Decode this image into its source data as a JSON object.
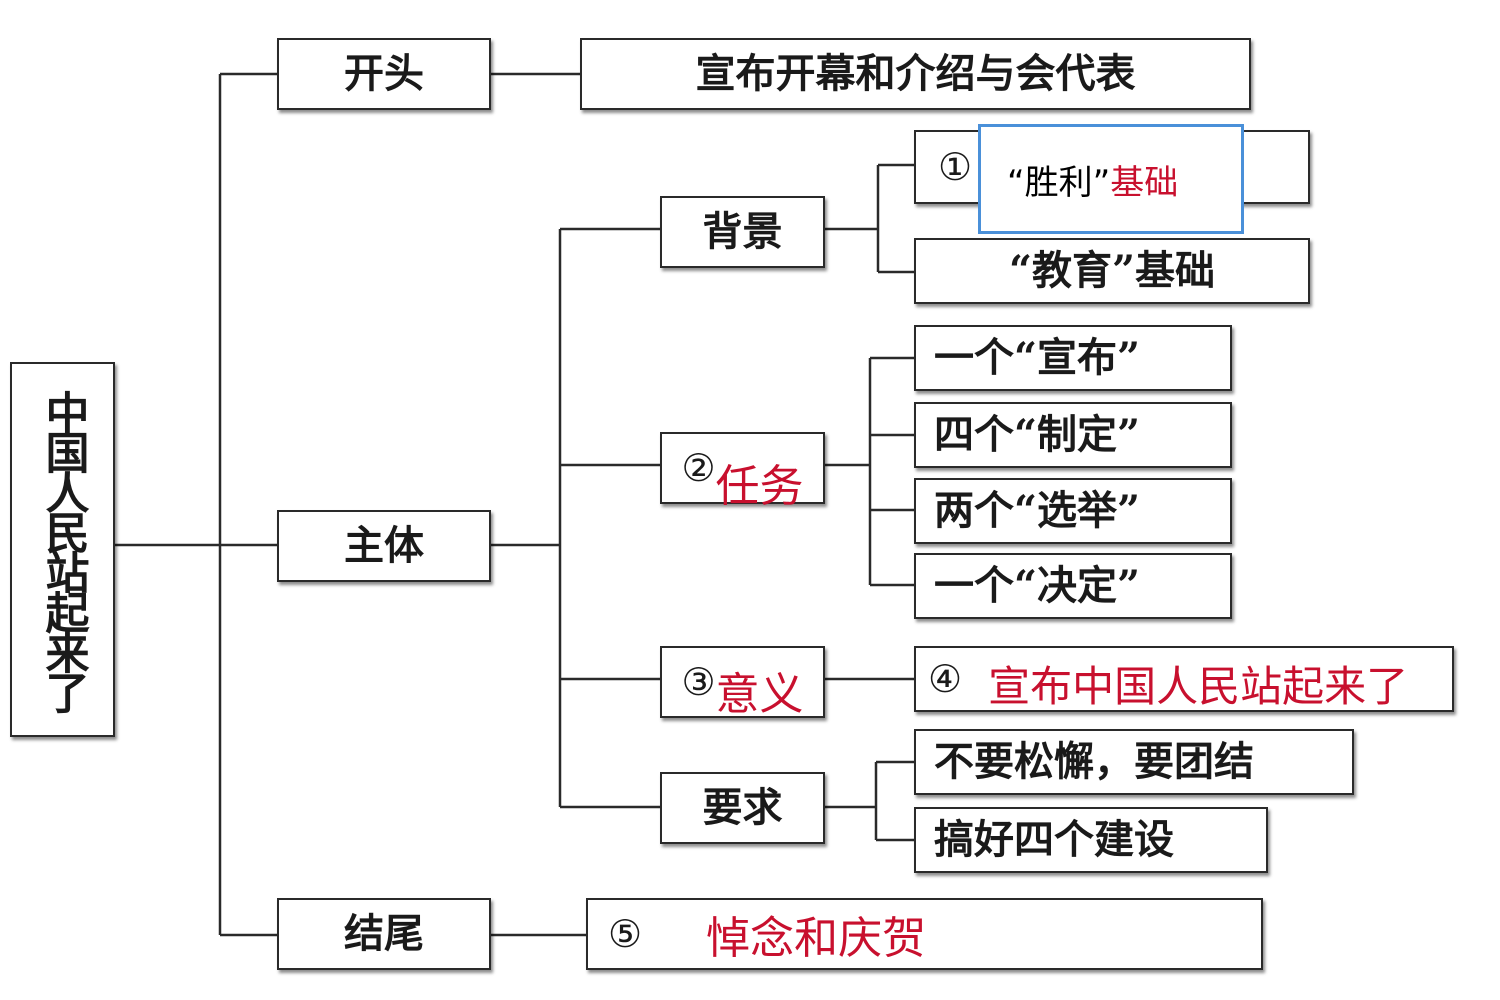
{
  "root": {
    "text": "中国人民站起来了"
  },
  "level1": {
    "opening": "开头",
    "body": "主体",
    "ending": "结尾"
  },
  "opening_detail": "宣布开幕和介绍与会代表",
  "body_branches": {
    "background": "背景",
    "task": {
      "num": "②",
      "answer": "任务"
    },
    "significance": {
      "num": "③",
      "answer": "意义"
    },
    "requirement": "要求"
  },
  "background_items": {
    "item1": {
      "num": "①",
      "answer_quote": "“胜利”",
      "answer_word": "基础"
    },
    "item2": "“教育”基础"
  },
  "task_items": [
    "一个“宣布”",
    "四个“制定”",
    "两个“选举”",
    "一个“决定”"
  ],
  "significance_item": {
    "num": "④",
    "answer": "宣布中国人民站起来了"
  },
  "requirement_items": [
    "不要松懈，要团结",
    "搞好四个建设"
  ],
  "ending_detail": {
    "num": "⑤",
    "answer": "悼念和庆贺"
  },
  "colors": {
    "answer": "#c8102e",
    "border": "#2a2a2a",
    "overlay_border": "#4a90d9"
  }
}
